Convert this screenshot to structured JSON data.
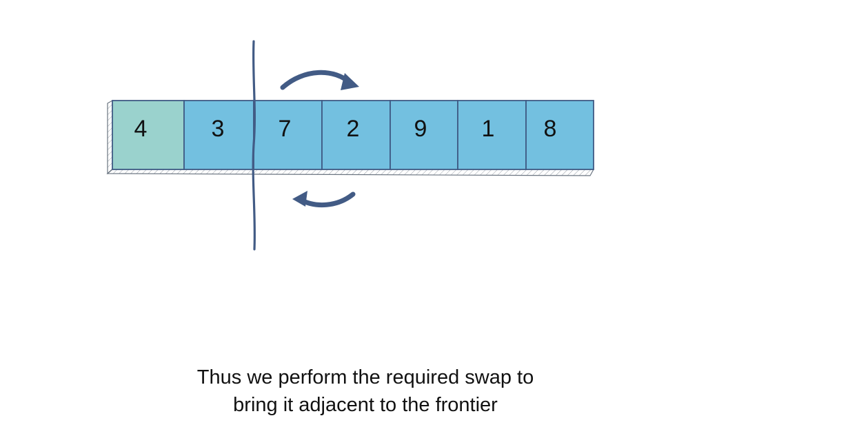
{
  "array": {
    "cells": [
      {
        "value": "4",
        "state": "sorted"
      },
      {
        "value": "3",
        "state": "unsorted"
      },
      {
        "value": "7",
        "state": "unsorted"
      },
      {
        "value": "2",
        "state": "unsorted"
      },
      {
        "value": "9",
        "state": "unsorted"
      },
      {
        "value": "1",
        "state": "unsorted"
      },
      {
        "value": "8",
        "state": "unsorted"
      }
    ]
  },
  "colors": {
    "sorted_fill": "#9ad2cd",
    "unsorted_fill": "#73c0e0",
    "stroke": "#3f5a84",
    "arrow": "#425b85"
  },
  "caption": {
    "line1": "Thus we perform the required swap to",
    "line2": "bring it adjacent to the frontier"
  }
}
